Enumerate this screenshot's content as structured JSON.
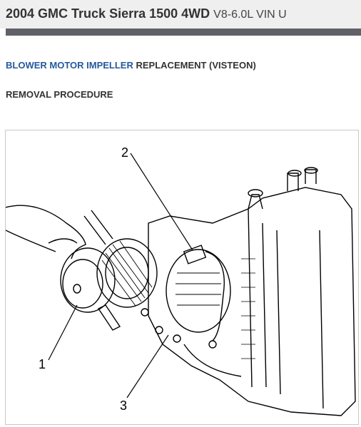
{
  "page": {
    "vehicle": "2004 GMC Truck Sierra 1500 4WD",
    "engine": "V8-6.0L VIN U"
  },
  "article": {
    "link_text": "BLOWER MOTOR IMPELLER",
    "heading_rest": "REPLACEMENT (VISTEON)",
    "subheading": "REMOVAL PROCEDURE"
  },
  "figure": {
    "callouts": [
      "1",
      "2",
      "3"
    ]
  }
}
